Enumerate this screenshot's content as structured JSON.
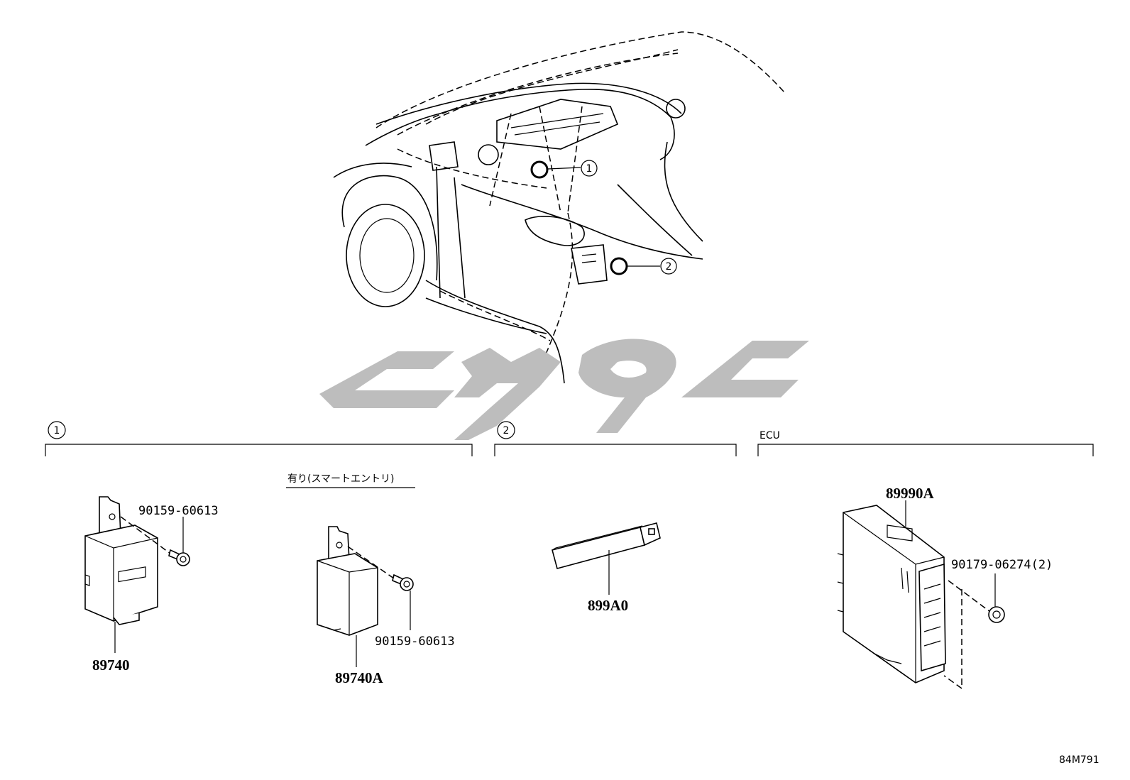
{
  "sections": {
    "s1": {
      "marker": "1"
    },
    "s2": {
      "marker": "2"
    },
    "ecu": {
      "title": "ECU"
    }
  },
  "overview": {
    "callout1": "1",
    "callout2": "2"
  },
  "parts": {
    "p89740": {
      "number": "89740"
    },
    "p89740_bolt": {
      "number": "90159-60613"
    },
    "smart_entry_note": "有り(スマートエントリ)",
    "p89740A": {
      "number": "89740A"
    },
    "p89740A_bolt": {
      "number": "90159-60613"
    },
    "p899A0": {
      "number": "899A0"
    },
    "p89990A": {
      "number": "89990A"
    },
    "p89990A_nut": {
      "number": "90179-06274(2)"
    }
  },
  "diagram_code": "84M791",
  "colors": {
    "line": "#000000",
    "watermark": "#bdbdbd",
    "background": "#ffffff"
  }
}
